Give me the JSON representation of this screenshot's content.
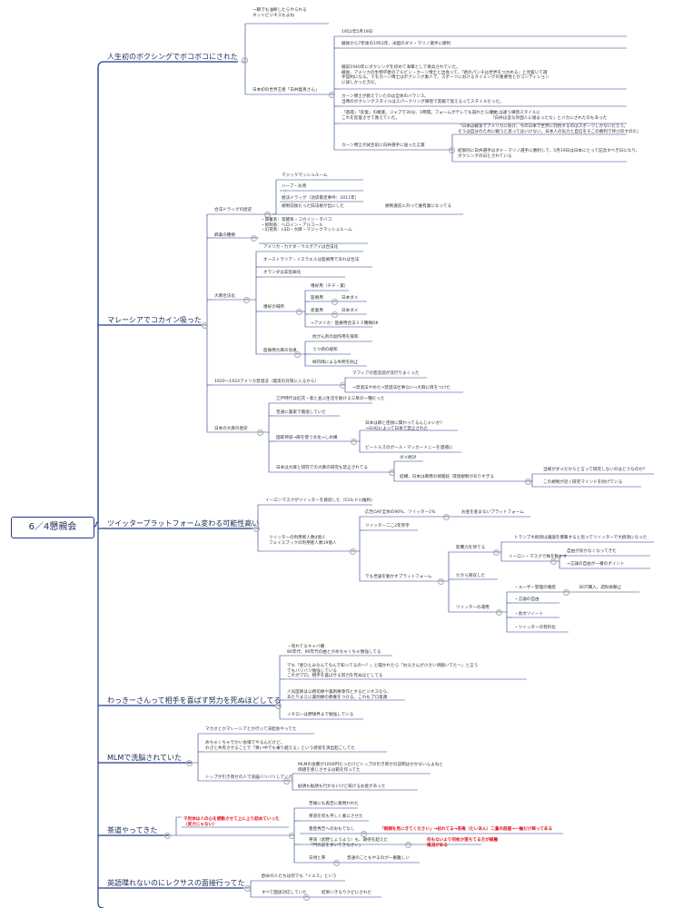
{
  "root": "6／4懇親会",
  "branches": [
    {
      "title": "人生初のボクシングでボコボコにされた",
      "items": [
        "一瞬でも油断したらやられる\nネットビジネスもよね",
        "日本初の世界王者「白井義男さん」",
        "1952年5月19日",
        "戦後から7年後の1952年、米国のダド・マリノ選手に勝利",
        "戦前1940年にボクシングを初めて海軍として徴兵されていた。\n戦後、アメリカの生物学者のアルビン・カーン博士と出会って、「君のパンチは世界をつかめる」と見抜いて選\n手契約になる。でもカーン博士はボクシング素人で、スポーツにおけるタイミングの重要性とかコンディション\nに詳しかった方だ。",
        "カーン博士が教えていたのは全体のバランス。\n当時のボクシングスタイルはスパークリング練習で実戦で覚えるってスタイルだった。",
        "「基礎」「反復」の徹底。ジャブで30分、1時間。フォームがテレても崩れたら戻す。\nこれを反復させて教えていた。",
        "他とは違う練習スタイルに\n「白井は変な外国人に絡まったな」とバカにされたのもあった",
        "カーン博士が試合前に白井選手に送った言葉",
        "「日本は戦争でアメリカに負け、今の日本で世界に対抗するのはスポーツしかないだろう。\nそうは自分のために戦うと思ってはいけない。日本人の気力と自信をそこの勝利で呼び戻すのだ」",
        "結果的に白井選手はダド・マリノ選手に勝利して、5月19日は日本にとって記念すべき日になり、\nボクシングの日とされている"
      ]
    },
    {
      "title": "マレーシアでコカイン吸った",
      "items": [
        "マジックマッシュルーム",
        "ハーブ・お香",
        "脱法ドラッグ（池袋暴走事件：2011年）",
        "合法ドラッグの歴史",
        "規制前後だった旧法規が出にした",
        "規制違反に升って維有業になってる",
        "麻薬の種類",
        "・興奮系：覚醒系・コカイン・タバコ\n・抑制系：ヘロイン・アルコール\n・幻覚系：LSD・大麻・マジックマッシュルーム",
        "アメリカ・カナダ・ウルグアイは合法化",
        "オーストラリア・イスラエルは医療用であれば合法",
        "オランダは非犯罪化",
        "大麻合法化",
        "嗜好の場所",
        "嗜好用（チチ・葉）",
        "医療用",
        "日本ダメ",
        "産業用",
        "日本ダメ",
        "→アメリカ：医療用合法３３種類OK",
        "医療用大麻の効果",
        "抗がん剤の副作用を緩和",
        "うつ病の緩和",
        "緑内障による失明を防止",
        "1920〜1933アメリカ禁酒法（無実の対策に入るから）",
        "マフィアの密造酒が流行りまくった",
        "→禁酒法やめた→禁酒法仕事ない→大麻に目をつけた",
        "日本の大麻の歴史",
        "江戸時代は紅花・紫と並ぶ生活を助ける三草の一種だった",
        "普通に農家で栽培していた",
        "国家神道→麻を使う文化→しめ縄",
        "日本は麻と密接に関わってるんじゃいか？\n→GHQによって日本で禁止された",
        "ビートルズのポール・マッカートニーを逮捕に",
        "日本は大麻と研究での大麻の研究も禁止されてる",
        "ダメ絶対",
        "結構、日本は麻用の視聴段",
        "環境規制がありすぎる",
        "当様がダメだからと言って研究しないのはどうなのか？",
        "この規制が近く研究マインドを防げている"
      ]
    },
    {
      "title": "ツイッタープラットフォーム変わる可能性高い",
      "items": [
        "イーロンマスクがツイッターを買収した（53ｂドル推約）",
        "ツイッターの利用者人数4億人\nフェイスブックの利用者人数19億人",
        "広告GAF全体の90%、ツイッター1%",
        "お金を産まないプラットフォーム",
        "ツイッター二こ2年赤字",
        "でも世論を動かすプラットフォーム",
        "影響力を持てる",
        "トランプ大統領は議論を爆撃すると思ってツイッターで大統領になった",
        "イーロン・マスクで株を動かす",
        "自由が効かなくなってきた",
        "→言論の自由が一番のポイント",
        "だから買収した",
        "ツイッターの運用",
        "・ユーザー管理の徹底",
        "BOT購入、週科依頼止",
        "・言論の自由",
        "・長文ツイート",
        "・ツイッターの有料化"
      ]
    },
    {
      "title": "わっきーさんって相手を喜ばす努力を死ぬほどしてる",
      "items": [
        "・売れてるキャバ嬢\n80年代、90年代の曲とかめちゃくちゃ勉強してる",
        "でも「君ひとみなんてなんで知ってるの〜？」と聞かれたら「お父さんが小さい頃聴いてた〜」と言う\nでもバリバリ勉強している\nこれがプロ。相手を喜ばせる努力を死ぬほどしてる",
        "人気医師は公務司療や薬剤療専作とするビジネスなら、\nあたりまえに薬剤療の教養をつける。これもプロ意識",
        "イチローは野球界まで勉強している"
      ]
    },
    {
      "title": "MLMで洗脳されていた",
      "items": [
        "マカオとかマレーシアとか行って決起会やってた",
        "めちゃくちゃでかい会場でやるんだけど、\nわざと共有させることで「異い中でも乗り越える」という感覚を演出起こしてた",
        "MLMの会費が1000円だったけどトップの引き寄せの説明はかかないんよねと\n価値を感じさせるは範を作ってた",
        "トップが引き寄せの人で洗脳バリバリしていた",
        "勧誘も勧誘も行かないけど稼げるお金があった"
      ]
    },
    {
      "title": "茶道やってきた",
      "items": [
        "千利休は人の心を感動させて上に上り詰めていった\n（武力じゃない）",
        "苦痛にも再否に素問われた",
        "茶道を何も平しく素にさせた",
        "豊臣秀吉へのおもてなし",
        "「朝顔を見にきてください」→枯れてる→茶庵（たいあん）二畳の部屋→一輪だけ飾ってある",
        "茶道（武野じょうよう）も、期待を超えた\n「門の前を歩いてきなさい」",
        "何もないより何枚か落ちてる方が綺麗\n風流がある",
        "日頃と茶",
        "普通のこともやるのが一番難しい"
      ]
    },
    {
      "title": "英語喋れないのにレクサスの面接行ってた",
      "items": [
        "欧米の人たちは何でも「イエス」という",
        "すべて面談対応していた",
        "結果いきなりクビにされた"
      ]
    }
  ]
}
